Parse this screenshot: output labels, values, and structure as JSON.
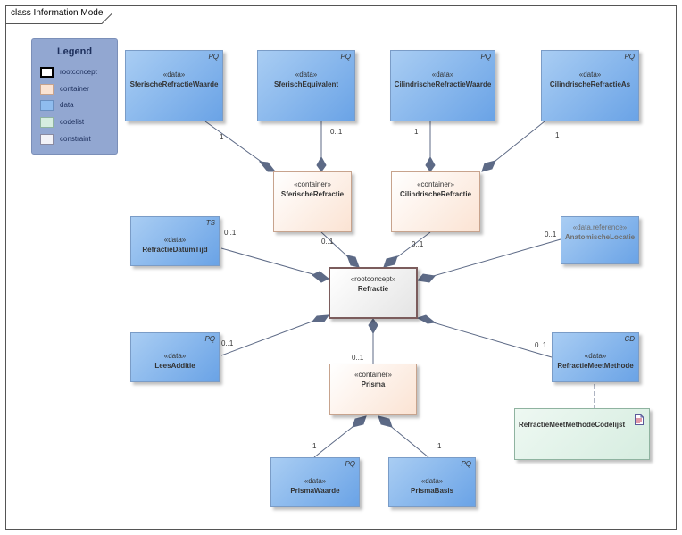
{
  "diagram_title": "class Information Model",
  "legend": {
    "title": "Legend",
    "items": [
      {
        "label": "rootconcept",
        "swatch": "#ffffff",
        "border": "#000000"
      },
      {
        "label": "container",
        "swatch": "#fbe3d3",
        "border": "#c7a38d"
      },
      {
        "label": "data",
        "swatch": "#8fbcee",
        "border": "#6a8fc0"
      },
      {
        "label": "codelist",
        "swatch": "#d6ede0",
        "border": "#8fb3a0"
      },
      {
        "label": "constraint",
        "swatch": "#f2f2f7",
        "border": "#8a8aa0"
      }
    ]
  },
  "nodes": {
    "sferische_refractie_waarde": {
      "stereotype": "«data»",
      "name": "SferischeRefractieWaarde",
      "type": "PQ"
    },
    "sferisch_equivalent": {
      "stereotype": "«data»",
      "name": "SferischEquivalent",
      "type": "PQ"
    },
    "cilindrische_refractie_waarde": {
      "stereotype": "«data»",
      "name": "CilindrischeRefractieWaarde",
      "type": "PQ"
    },
    "cilindrische_refractie_as": {
      "stereotype": "«data»",
      "name": "CilindrischeRefractieAs",
      "type": "PQ"
    },
    "sferische_refractie": {
      "stereotype": "«container»",
      "name": "SferischeRefractie"
    },
    "cilindrische_refractie": {
      "stereotype": "«container»",
      "name": "CilindrischeRefractie"
    },
    "refractie_datum_tijd": {
      "stereotype": "«data»",
      "name": "RefractieDatumTijd",
      "type": "TS"
    },
    "anatomische_locatie": {
      "stereotype": "«data,reference»",
      "name": "AnatomischeLocatie"
    },
    "refractie": {
      "stereotype": "«rootconcept»",
      "name": "Refractie"
    },
    "lees_additie": {
      "stereotype": "«data»",
      "name": "LeesAdditie",
      "type": "PQ"
    },
    "prisma": {
      "stereotype": "«container»",
      "name": "Prisma"
    },
    "refractie_meet_methode": {
      "stereotype": "«data»",
      "name": "RefractieMeetMethode",
      "type": "CD"
    },
    "refractie_meet_methode_codelijst": {
      "name": "RefractieMeetMethodeCodelijst"
    },
    "prisma_waarde": {
      "stereotype": "«data»",
      "name": "PrismaWaarde",
      "type": "PQ"
    },
    "prisma_basis": {
      "stereotype": "«data»",
      "name": "PrismaBasis",
      "type": "PQ"
    }
  },
  "multiplicities": {
    "srw": "1",
    "se": "0..1",
    "crw": "1",
    "cra": "1",
    "sr_root": "0..1",
    "cr_root": "0..1",
    "rdt": "0..1",
    "al": "0..1",
    "la": "0..1",
    "pr_root": "0..1",
    "rmm": "0..1",
    "pw": "1",
    "pb": "1"
  },
  "colors": {
    "edge": "#5d6a86",
    "data_fill": "#8fbcee",
    "container_fill": "#fbe3d3",
    "root_border": "#7b5c5c",
    "codelist_fill": "#d6ede0"
  }
}
